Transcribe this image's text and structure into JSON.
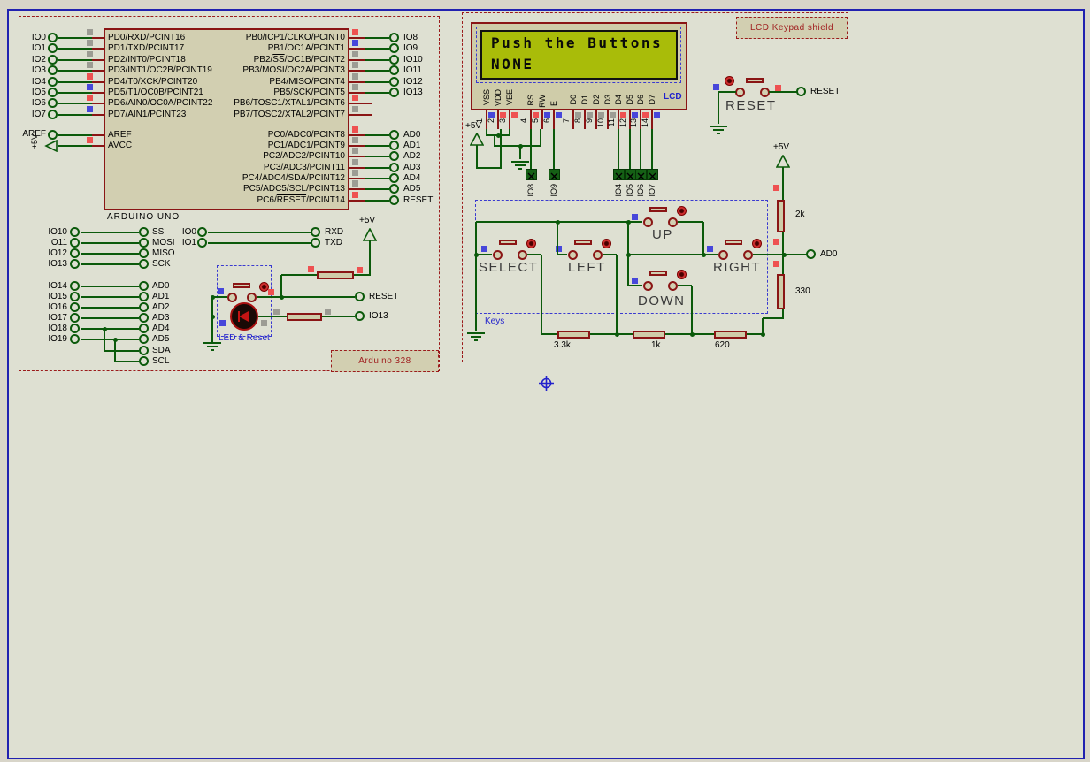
{
  "labels": {
    "plus5v": "+5V"
  },
  "colors": {
    "wire_green": "#0b5a0b",
    "component_red": "#8a1515",
    "section_red": "#9b1b1b",
    "label_red": "#a02020",
    "net_blue": "#2222cc",
    "lcd_screen_green": "#a9bc09",
    "state_red": "#ee5151",
    "state_blue": "#4747da",
    "state_gray": "#9c9c94",
    "body_fill": "#d2cfb1",
    "background": "#dee0d2",
    "sheet_border_blue": "#2121b0"
  },
  "arduino": {
    "section_label": "Arduino 328",
    "chip_name": "ARDUINO UNO",
    "left_pins": [
      {
        "name": "PD0/RXD/PCINT16",
        "terminal": "IO0",
        "state": "gray"
      },
      {
        "name": "PD1/TXD/PCINT17",
        "terminal": "IO1",
        "state": "gray"
      },
      {
        "name": "PD2/INT0/PCINT18",
        "terminal": "IO2",
        "state": "gray"
      },
      {
        "name": "PD3/INT1/OC2B/PCINT19",
        "terminal": "IO3",
        "state": "gray"
      },
      {
        "name": "PD4/T0/XCK/PCINT20",
        "terminal": "IO4",
        "state": "red"
      },
      {
        "name": "PD5/T1/OC0B/PCINT21",
        "terminal": "IO5",
        "state": "blue"
      },
      {
        "name": "PD6/AIN0/OC0A/PCINT22",
        "terminal": "IO6",
        "state": "red"
      },
      {
        "name": "PD7/AIN1/PCINT23",
        "terminal": "IO7",
        "state": "blue"
      }
    ],
    "aref_pin": {
      "name": "AREF",
      "terminal": "AREF"
    },
    "avcc_pin": {
      "name": "AVCC",
      "terminal": "+5V",
      "state": "red"
    },
    "right_top_pins": [
      {
        "name": "PB0/ICP1/CLKO/PCINT0",
        "terminal": "IO8",
        "state": "red"
      },
      {
        "name": "PB1/OC1A/PCINT1",
        "terminal": "IO9",
        "state": "blue"
      },
      {
        "parts": [
          "PB2/",
          "SS",
          "/OC1B/PCINT2"
        ],
        "terminal": "IO10",
        "state": "gray"
      },
      {
        "name": "PB3/MOSI/OC2A/PCINT3",
        "terminal": "IO11",
        "state": "gray"
      },
      {
        "name": "PB4/MISO/PCINT4",
        "terminal": "IO12",
        "state": "gray"
      },
      {
        "name": "PB5/SCK/PCINT5",
        "terminal": "IO13",
        "state": "gray"
      },
      {
        "name": "PB6/TOSC1/XTAL1/PCINT6",
        "terminal": null,
        "state": "red"
      },
      {
        "name": "PB7/TOSC2/XTAL2/PCINT7",
        "terminal": null,
        "state": "gray"
      }
    ],
    "right_bottom_pins": [
      {
        "name": "PC0/ADC0/PCINT8",
        "terminal": "AD0",
        "state": "red"
      },
      {
        "name": "PC1/ADC1/PCINT9",
        "terminal": "AD1",
        "state": "gray"
      },
      {
        "name": "PC2/ADC2/PCINT10",
        "terminal": "AD2",
        "state": "gray"
      },
      {
        "name": "PC3/ADC3/PCINT11",
        "terminal": "AD3",
        "state": "gray"
      },
      {
        "name": "PC4/ADC4/SDA/PCINT12",
        "terminal": "AD4",
        "state": "gray"
      },
      {
        "name": "PC5/ADC5/SCL/PCINT13",
        "terminal": "AD5",
        "state": "gray"
      },
      {
        "parts": [
          "PC6/",
          "RESET",
          "/PCINT14"
        ],
        "terminal": "RESET",
        "state": "red"
      }
    ],
    "links_spi": [
      [
        "IO10",
        "SS"
      ],
      [
        "IO11",
        "MOSI"
      ],
      [
        "IO12",
        "MISO"
      ],
      [
        "IO13",
        "SCK"
      ]
    ],
    "links_analog": [
      [
        "IO14",
        "AD0"
      ],
      [
        "IO15",
        "AD1"
      ],
      [
        "IO16",
        "AD2"
      ],
      [
        "IO17",
        "AD3"
      ],
      [
        "IO18",
        "AD4"
      ],
      [
        "IO19",
        "AD5"
      ]
    ],
    "links_i2c": [
      "SDA",
      "SCL"
    ],
    "links_serial": [
      [
        "IO0",
        "RXD"
      ],
      [
        "IO1",
        "TXD"
      ]
    ],
    "led_reset": {
      "label": "LED & Reset",
      "reset_terminal": "RESET",
      "io13_terminal": "IO13"
    }
  },
  "lcd_shield": {
    "section_label": "LCD Keypad shield",
    "lcd": {
      "name": "LCD",
      "line1": "Push the Buttons",
      "line2": "NONE",
      "pins": [
        "VSS",
        "VDD",
        "VEE",
        "RS",
        "RW",
        "E",
        "D0",
        "D1",
        "D2",
        "D3",
        "D4",
        "D5",
        "D6",
        "D7"
      ],
      "pin_numbers": [
        "1",
        "2",
        "3",
        "4",
        "5",
        "6",
        "7",
        "8",
        "9",
        "10",
        "11",
        "12",
        "13",
        "14"
      ],
      "pin_states": [
        "blue",
        "red",
        "red",
        "red",
        "blue",
        "blue",
        "gray",
        "gray",
        "gray",
        "gray",
        "red",
        "blue",
        "red",
        "blue"
      ],
      "net_terminals": [
        {
          "pin": "RS",
          "net": "IO8"
        },
        {
          "pin": "E",
          "net": "IO9"
        },
        {
          "pin": "D4",
          "net": "IO4"
        },
        {
          "pin": "D5",
          "net": "IO5"
        },
        {
          "pin": "D6",
          "net": "IO6"
        },
        {
          "pin": "D7",
          "net": "IO7"
        }
      ]
    },
    "reset": {
      "button_label": "RESET",
      "terminal": "RESET"
    },
    "keys": {
      "label": "Keys",
      "buttons": [
        "SELECT",
        "LEFT",
        "UP",
        "DOWN",
        "RIGHT"
      ],
      "resistors": [
        "3.3k",
        "1k",
        "620"
      ],
      "ladder": {
        "r_top": "2k",
        "r_bottom": "330",
        "terminal": "AD0"
      }
    }
  }
}
